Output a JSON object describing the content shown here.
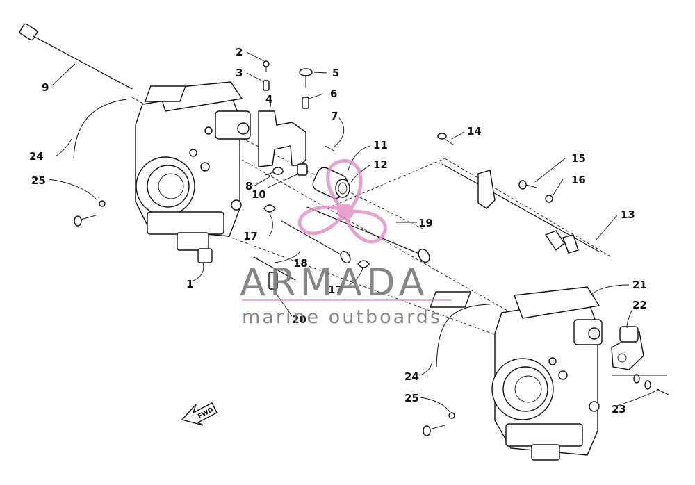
{
  "callouts": [
    "1",
    "2",
    "3",
    "4",
    "5",
    "6",
    "7",
    "8",
    "9",
    "10",
    "11",
    "12",
    "13",
    "14",
    "15",
    "16",
    "17",
    "17",
    "18",
    "19",
    "20",
    "21",
    "22",
    "23",
    "24",
    "24",
    "25",
    "25"
  ],
  "fwd_label": "FWD",
  "watermark": {
    "title": "ARMADA",
    "subtitle": "marine outboards",
    "title_color": "#7a7a7a",
    "accent_color": "#e08cc0"
  },
  "icons": [
    "propeller-logo-icon",
    "fwd-arrow-icon"
  ]
}
